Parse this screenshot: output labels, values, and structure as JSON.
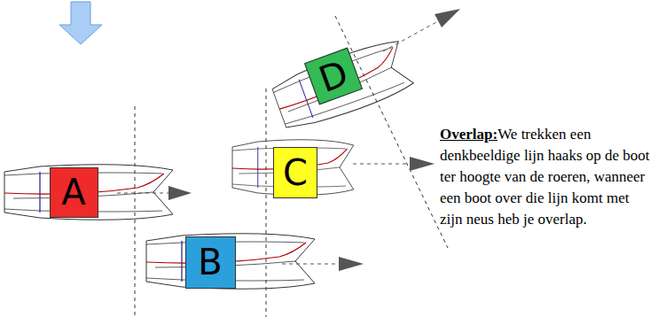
{
  "diagram": {
    "nodes": [
      {
        "text": [
          "A"
        ]
      },
      {
        "text": [
          "B"
        ]
      },
      {
        "text": [
          "C"
        ]
      },
      {
        "text": [
          "D"
        ]
      }
    ],
    "labels": [
      "Overlap:",
      "We trekken een denkbeeldige lijn haaks op de boot ter hoogte van de roeren, wanneer een boot over die lijn komt met zijn neus heb je overlap."
    ]
  }
}
